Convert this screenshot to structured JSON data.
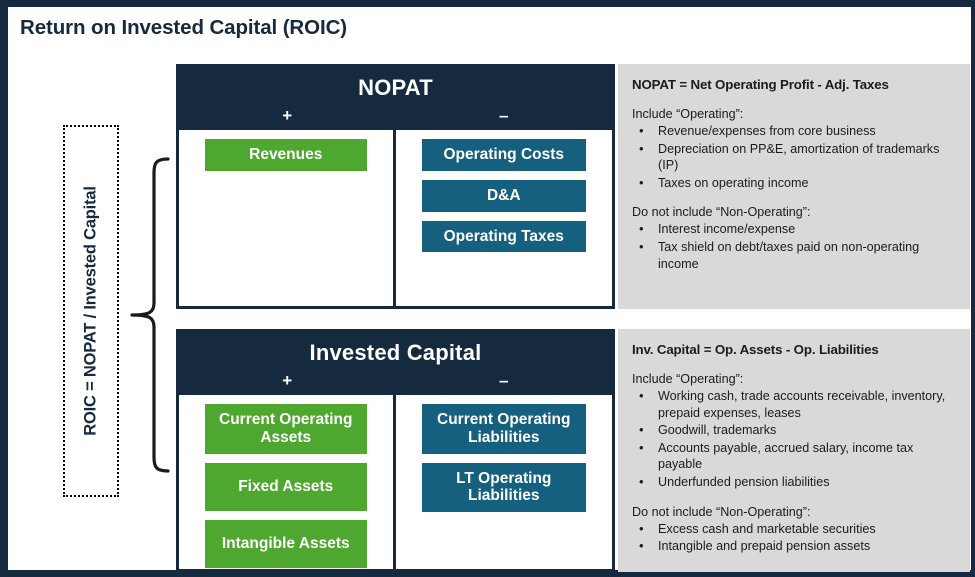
{
  "page": {
    "title": "Return on Invested Capital (ROIC)",
    "frame_color": "#15293f",
    "accent_navy": "#15293f",
    "accent_green": "#4ea72e",
    "accent_teal": "#15607f",
    "panel_gray": "#d9d9d9"
  },
  "roic_label": "ROIC = NOPAT / Invested Capital",
  "sections": [
    {
      "id": "nopat",
      "title": "NOPAT",
      "plus_sign": "+",
      "minus_sign": "–",
      "left_items": [
        {
          "label": "Revenues",
          "color": "green"
        }
      ],
      "right_items": [
        {
          "label": "Operating Costs",
          "color": "teal"
        },
        {
          "label": "D&A",
          "color": "teal"
        },
        {
          "label": "Operating Taxes",
          "color": "teal"
        }
      ],
      "panel": {
        "title": "NOPAT = Net Operating Profit - Adj. Taxes",
        "include_label": "Include “Operating”:",
        "include_bullets": [
          "Revenue/expenses from core business",
          "Depreciation on PP&E, amortization of trademarks (IP)",
          "Taxes on operating income"
        ],
        "exclude_label": "Do not include “Non-Operating”:",
        "exclude_bullets": [
          "Interest income/expense",
          "Tax shield on debt/taxes paid on non-operating income"
        ]
      }
    },
    {
      "id": "invested-capital",
      "title": "Invested Capital",
      "plus_sign": "+",
      "minus_sign": "–",
      "left_items": [
        {
          "label": "Current Operating Assets",
          "color": "green"
        },
        {
          "label": "Fixed Assets",
          "color": "green"
        },
        {
          "label": "Intangible Assets",
          "color": "green"
        }
      ],
      "right_items": [
        {
          "label": "Current Operating Liabilities",
          "color": "teal"
        },
        {
          "label": "LT Operating Liabilities",
          "color": "teal"
        }
      ],
      "panel": {
        "title": "Inv. Capital = Op. Assets - Op. Liabilities",
        "include_label": "Include “Operating”:",
        "include_bullets": [
          "Working cash, trade accounts receivable, inventory, prepaid expenses, leases",
          "Goodwill, trademarks",
          "Accounts payable, accrued salary, income tax payable",
          "Underfunded pension liabilities"
        ],
        "exclude_label": "Do not include “Non-Operating”:",
        "exclude_bullets": [
          "Excess cash and marketable securities",
          "Intangible and prepaid pension assets"
        ]
      }
    }
  ]
}
